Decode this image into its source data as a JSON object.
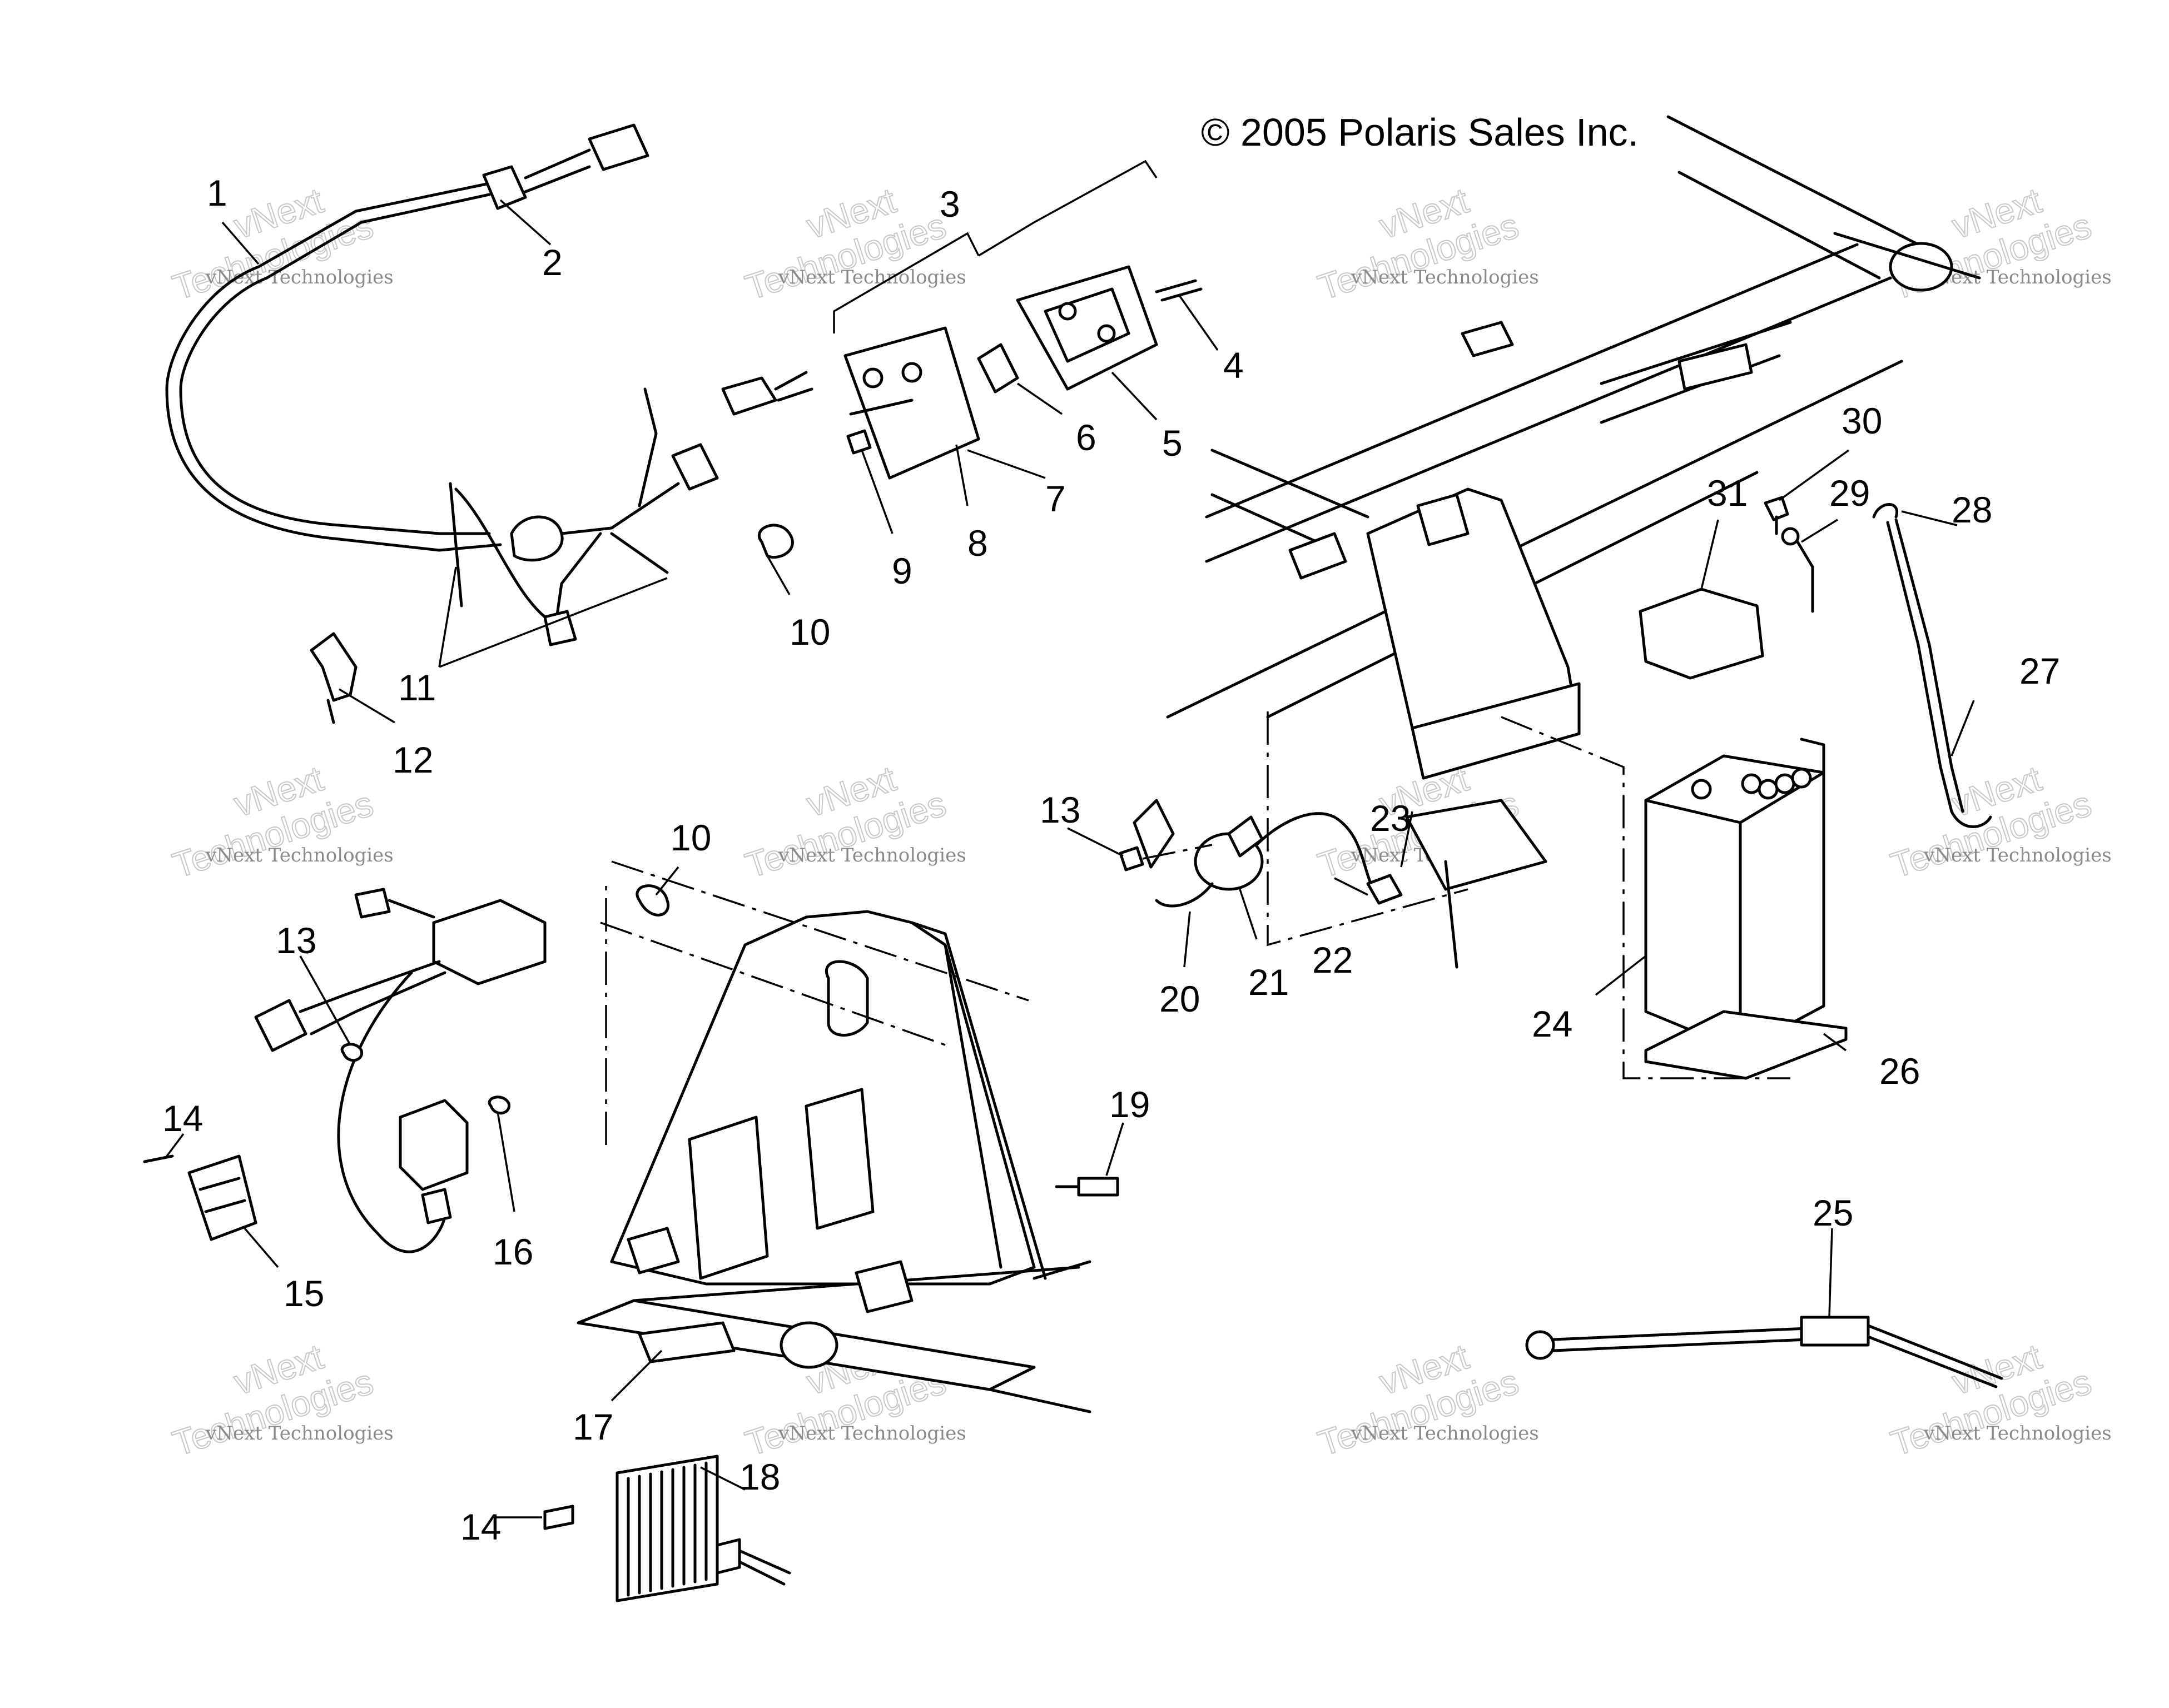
{
  "copyright": "© 2005 Polaris Sales Inc.",
  "watermark": {
    "line_small": "vNext Technologies",
    "line_big_1": "vNext",
    "line_big_2": "Technologies"
  },
  "callouts": [
    "1",
    "2",
    "3",
    "4",
    "5",
    "6",
    "7",
    "8",
    "9",
    "10",
    "11",
    "12",
    "13",
    "10",
    "13",
    "14",
    "15",
    "16",
    "17",
    "18",
    "14",
    "19",
    "20",
    "21",
    "22",
    "23",
    "24",
    "25",
    "26",
    "27",
    "28",
    "29",
    "30",
    "31"
  ]
}
